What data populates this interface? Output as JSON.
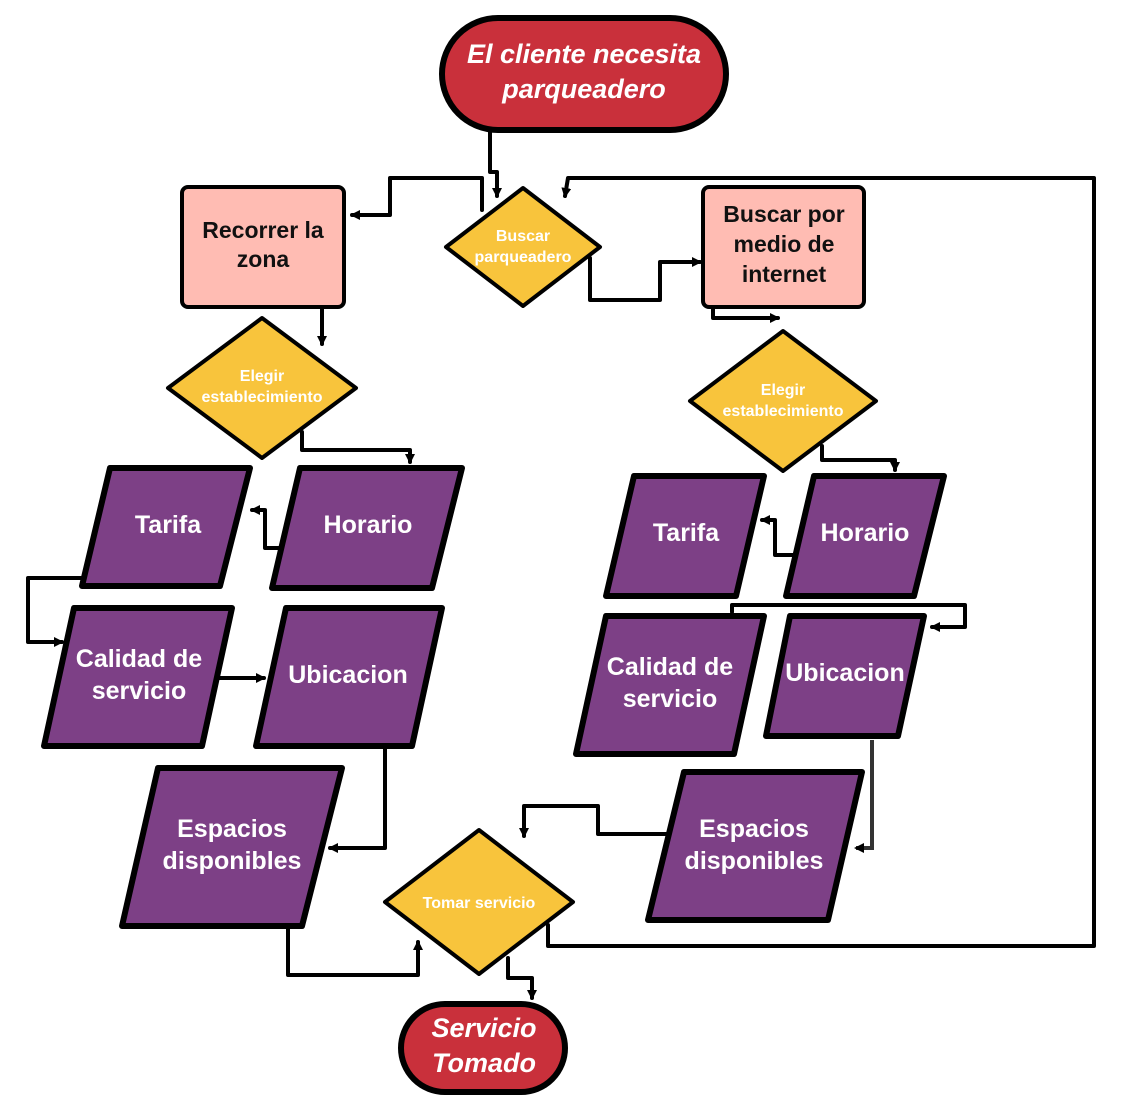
{
  "colors": {
    "terminal": "#c9303b",
    "process": "#ffbcb3",
    "decision": "#f8c43c",
    "data": "#7d4086",
    "stroke": "#000000",
    "text_light": "#ffffff",
    "text_dark": "#111111"
  },
  "start": {
    "line1": "El cliente necesita",
    "line2": "parqueadero"
  },
  "decision_search": {
    "line1": "Buscar",
    "line2": "parqueadero"
  },
  "left": {
    "process": {
      "line1": "Recorrer la",
      "line2": "zona"
    },
    "decision": {
      "line1": "Elegir",
      "line2": "establecimiento"
    },
    "tarifa": "Tarifa",
    "horario": "Horario",
    "calidad": {
      "line1": "Calidad de",
      "line2": "servicio"
    },
    "ubicacion": "Ubicacion",
    "espacios": {
      "line1": "Espacios",
      "line2": "disponibles"
    }
  },
  "right": {
    "process": {
      "line1": "Buscar por",
      "line2": "medio de",
      "line3": "internet"
    },
    "decision": {
      "line1": "Elegir",
      "line2": "establecimiento"
    },
    "tarifa": "Tarifa",
    "horario": "Horario",
    "calidad": {
      "line1": "Calidad de",
      "line2": "servicio"
    },
    "ubicacion": "Ubicacion",
    "espacios": {
      "line1": "Espacios",
      "line2": "disponibles"
    }
  },
  "decision_take": {
    "label": "Tomar servicio"
  },
  "end": {
    "line1": "Servicio",
    "line2": "Tomado"
  }
}
